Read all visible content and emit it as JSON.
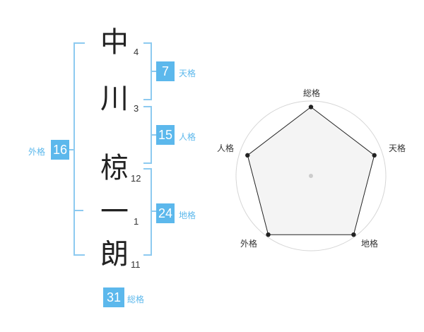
{
  "name": {
    "chars": [
      {
        "char": "中",
        "strokes": "4"
      },
      {
        "char": "川",
        "strokes": "3"
      },
      {
        "char": "椋",
        "strokes": "12"
      },
      {
        "char": "一",
        "strokes": "1"
      },
      {
        "char": "朗",
        "strokes": "11"
      }
    ]
  },
  "scores": {
    "tenkaku": {
      "value": "7",
      "label": "天格"
    },
    "jinkaku": {
      "value": "15",
      "label": "人格"
    },
    "chikaku": {
      "value": "24",
      "label": "地格"
    },
    "gaikaku": {
      "value": "16",
      "label": "外格"
    },
    "soukaku": {
      "value": "31",
      "label": "総格"
    }
  },
  "radar": {
    "axes": [
      "総格",
      "天格",
      "地格",
      "外格",
      "人格"
    ],
    "levels": [
      0.92,
      0.89,
      0.97,
      0.97,
      0.89
    ],
    "rings": 5,
    "colors": {
      "line": "#222222",
      "fill": "#f2f2f2",
      "ring": "#d6d6d6",
      "point": "#222222"
    }
  },
  "colors": {
    "accent": "#5cb8ec",
    "bracket": "#8dcaf0"
  }
}
